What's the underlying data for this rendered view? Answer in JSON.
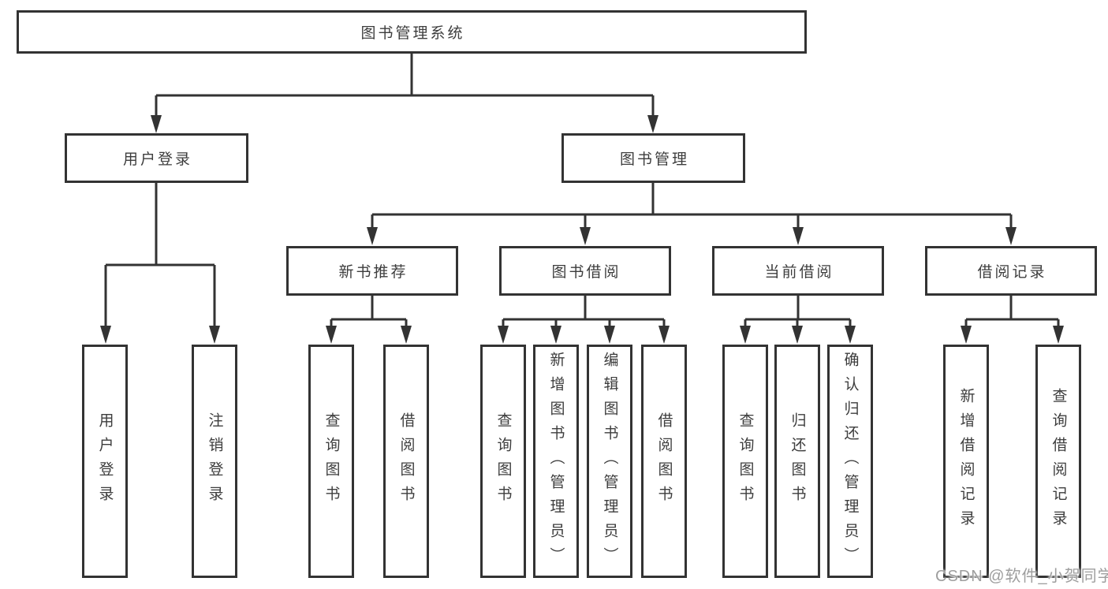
{
  "diagram": {
    "root": {
      "label": "图书管理系统"
    },
    "level1": [
      {
        "label": "用户登录"
      },
      {
        "label": "图书管理"
      }
    ],
    "level2": [
      {
        "label": "新书推荐"
      },
      {
        "label": "图书借阅"
      },
      {
        "label": "当前借阅"
      },
      {
        "label": "借阅记录"
      }
    ],
    "leaves": {
      "user_login": [
        {
          "label": "用户登录"
        },
        {
          "label": "注销登录"
        }
      ],
      "new_book": [
        {
          "label": "查询图书"
        },
        {
          "label": "借阅图书"
        }
      ],
      "book_borrow": [
        {
          "label": "查询图书"
        },
        {
          "label": "新增图书（管理员）"
        },
        {
          "label": "编辑图书（管理员）"
        },
        {
          "label": "借阅图书"
        }
      ],
      "current_borrow": [
        {
          "label": "查询图书"
        },
        {
          "label": "归还图书"
        },
        {
          "label": "确认归还（管理员）"
        }
      ],
      "borrow_record": [
        {
          "label": "新增借阅记录"
        },
        {
          "label": "查询借阅记录"
        }
      ]
    }
  },
  "watermark": {
    "text": "CSDN @软件_小贺同学"
  },
  "colors": {
    "line": "#333333",
    "text": "#3d3d3d",
    "background": "#ffffff",
    "watermark": "#9e9e9e"
  }
}
